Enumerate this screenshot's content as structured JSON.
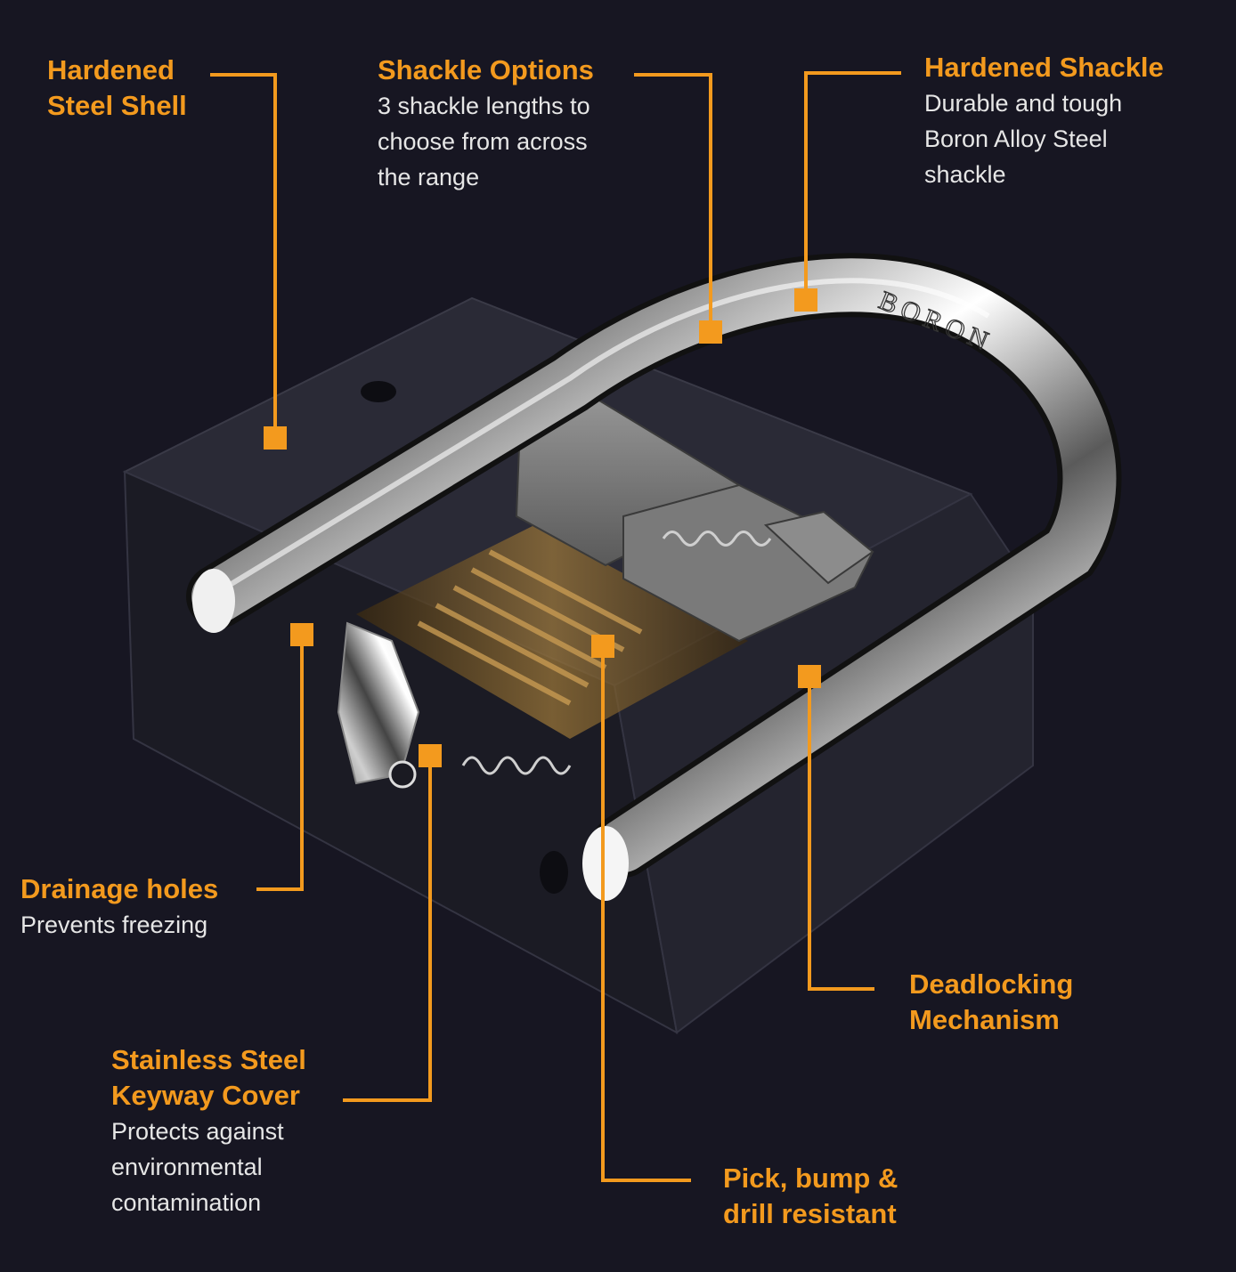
{
  "brand_mark": "BORON",
  "colors": {
    "background": "#171622",
    "accent": "#f39a1e",
    "text": "#e6e6e6"
  },
  "callouts": [
    {
      "id": "hardened-steel-shell",
      "title_lines": [
        "Hardened",
        "Steel Shell"
      ],
      "desc_lines": []
    },
    {
      "id": "shackle-options",
      "title_lines": [
        "Shackle Options"
      ],
      "desc_lines": [
        "3 shackle lengths to",
        "choose from across",
        "the range"
      ]
    },
    {
      "id": "hardened-shackle",
      "title_lines": [
        "Hardened Shackle"
      ],
      "desc_lines": [
        "Durable and tough",
        "Boron Alloy Steel",
        "shackle"
      ]
    },
    {
      "id": "drainage-holes",
      "title_lines": [
        "Drainage holes"
      ],
      "desc_lines": [
        "Prevents freezing"
      ]
    },
    {
      "id": "deadlocking-mechanism",
      "title_lines": [
        "Deadlocking",
        "Mechanism"
      ],
      "desc_lines": []
    },
    {
      "id": "keyway-cover",
      "title_lines": [
        "Stainless Steel",
        "Keyway Cover"
      ],
      "desc_lines": [
        "Protects against",
        "environmental",
        "contamination"
      ]
    },
    {
      "id": "pick-bump-drill",
      "title_lines": [
        "Pick, bump &",
        "drill resistant"
      ],
      "desc_lines": []
    }
  ]
}
